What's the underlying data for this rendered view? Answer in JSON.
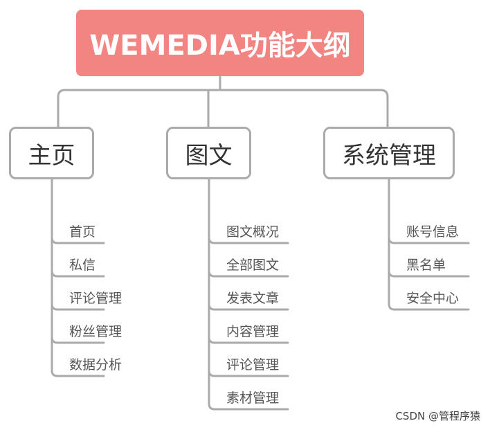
{
  "root": {
    "label": "WEMEDIA功能大纲"
  },
  "colors": {
    "root_fill": "#f28482",
    "line": "#aaaaaa",
    "box_border": "#aaaaaa",
    "text": "#333333"
  },
  "categories": [
    {
      "label": "主页",
      "items": [
        "首页",
        "私信",
        "评论管理",
        "粉丝管理",
        "数据分析"
      ]
    },
    {
      "label": "图文",
      "items": [
        "图文概况",
        "全部图文",
        "发表文章",
        "内容管理",
        "评论管理",
        "素材管理"
      ]
    },
    {
      "label": "系统管理",
      "items": [
        "账号信息",
        "黑名单",
        "安全中心"
      ]
    }
  ],
  "watermark": "CSDN @管程序猿"
}
